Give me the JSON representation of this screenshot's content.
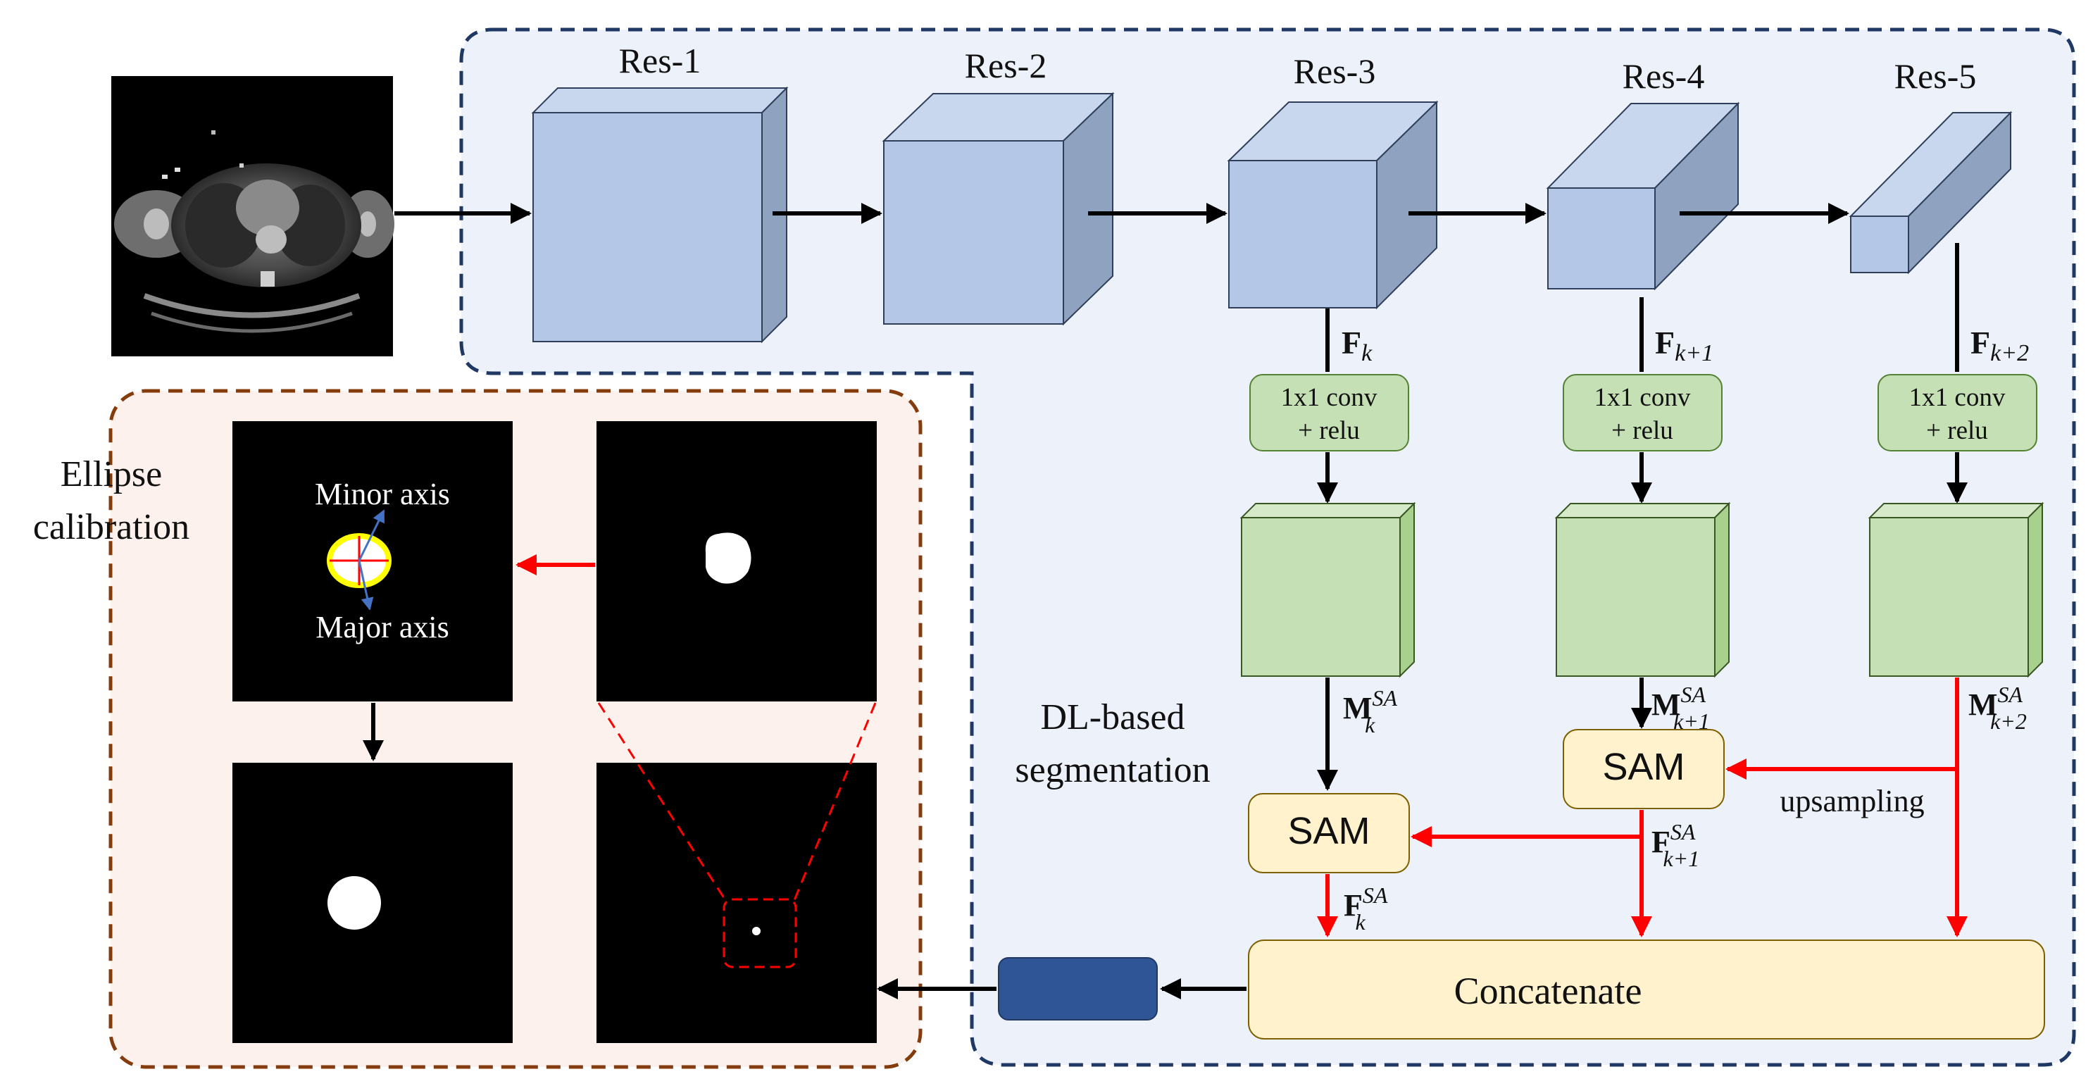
{
  "regions": {
    "dl_segmentation": {
      "label_line1": "DL-based",
      "label_line2": "segmentation"
    },
    "ellipse_calibration": {
      "label_line1": "Ellipse",
      "label_line2": "calibration"
    }
  },
  "backbone": {
    "blocks": [
      {
        "label": "Res-1"
      },
      {
        "label": "Res-2"
      },
      {
        "label": "Res-3"
      },
      {
        "label": "Res-4"
      },
      {
        "label": "Res-5"
      }
    ]
  },
  "features": {
    "f_k": {
      "base": "F",
      "sub": "k"
    },
    "f_k1": {
      "base": "F",
      "sub": "k+1"
    },
    "f_k2": {
      "base": "F",
      "sub": "k+2"
    }
  },
  "conv": {
    "line1": "1x1 conv",
    "line2": "+ relu"
  },
  "maps": {
    "m_k": {
      "base": "M",
      "sup": "SA",
      "sub": "k"
    },
    "m_k1": {
      "base": "M",
      "sup": "SA",
      "sub": "k+1"
    },
    "m_k2": {
      "base": "M",
      "sup": "SA",
      "sub": "k+2"
    }
  },
  "sam_outputs": {
    "fsa_k": {
      "base": "F",
      "sup": "SA",
      "sub": "k"
    },
    "fsa_k1": {
      "base": "F",
      "sup": "SA",
      "sub": "k+1"
    }
  },
  "sam_label": "SAM",
  "upsampling_label": "upsampling",
  "concat_label": "Concatenate",
  "ellipse": {
    "minor_axis": "Minor axis",
    "major_axis": "Major axis"
  },
  "colors": {
    "backbone_front": "#b4c7e7",
    "backbone_top": "#c9d7ee",
    "backbone_side": "#8fa3c0",
    "green_front": "#c5e0b4",
    "green_side": "#a9d18e",
    "sam_fill": "#fff2cc",
    "dl_region_bg": "#edf2fa",
    "dl_region_border": "#1f3864",
    "ellipse_region_bg": "#fcf1ec",
    "ellipse_region_border": "#843c0c",
    "red_arrow": "#ff0000",
    "output_block": "#2f5597",
    "ellipse_ring": "#ffff00"
  }
}
